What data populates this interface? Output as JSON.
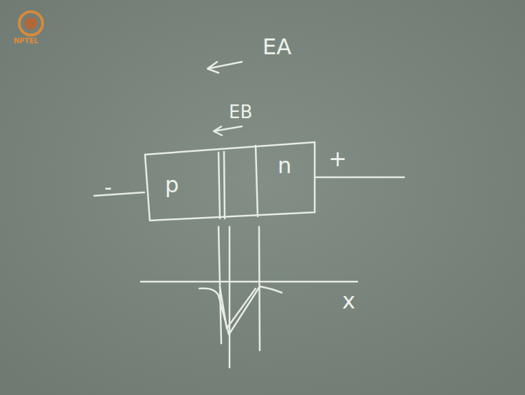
{
  "diagram": {
    "nodes": [
      {
        "text": [
          "p",
          "n"
        ]
      }
    ],
    "labels": [
      "NPTEL",
      "EA",
      "EB",
      "-",
      "+",
      "x"
    ]
  }
}
